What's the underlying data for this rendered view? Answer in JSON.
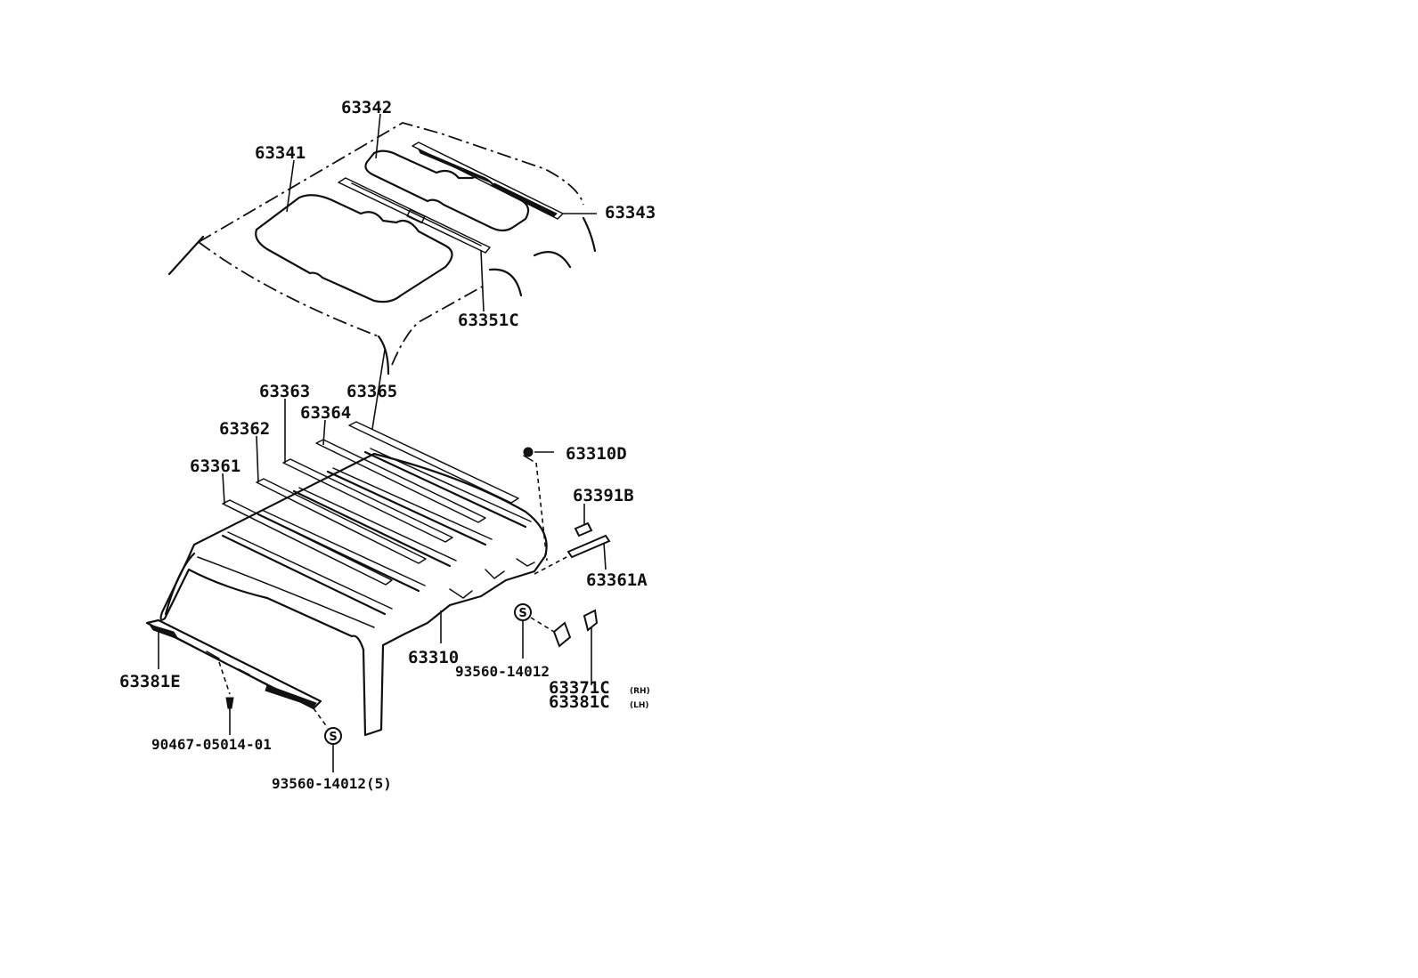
{
  "labels": {
    "p63342": "63342",
    "p63341": "63341",
    "p63343": "63343",
    "p63351C": "63351C",
    "p63363": "63363",
    "p63365": "63365",
    "p63364": "63364",
    "p63362": "63362",
    "p63361": "63361",
    "p63310D": "63310D",
    "p63391B": "63391B",
    "p63361A": "63361A",
    "p63310": "63310",
    "p93560_14012": "93560-14012",
    "p63371C": "63371C",
    "p63381C": "63381C",
    "note_rh": "(RH)",
    "note_lh": "(LH)",
    "p63381E": "63381E",
    "p90467_05014_01": "90467-05014-01",
    "p93560_14012_5": "93560-14012(5)"
  },
  "symbols": {
    "s_marker": "S"
  },
  "colors": {
    "line": "#111111",
    "background": "#ffffff"
  }
}
